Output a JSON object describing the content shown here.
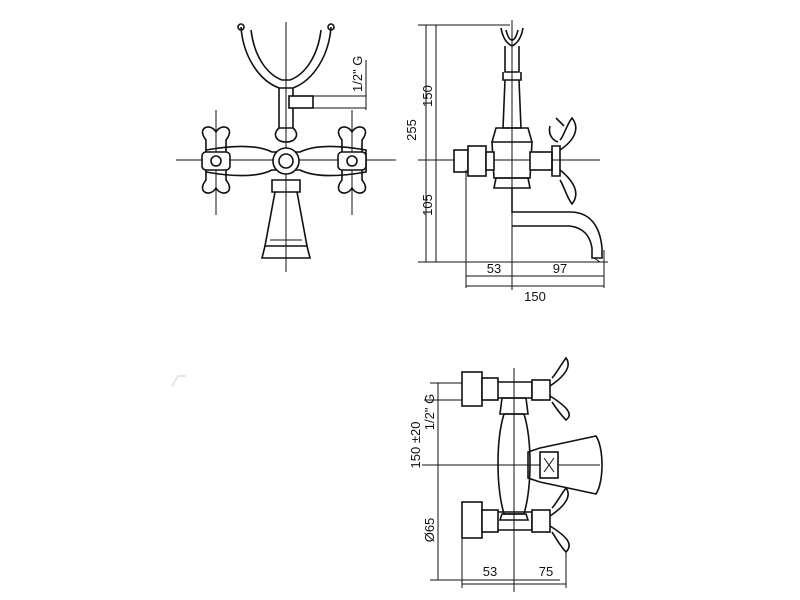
{
  "front_view": {
    "thread_label": "1/2\" G"
  },
  "side_view": {
    "height_upper": "150",
    "height_total": "255",
    "height_lower": "105",
    "width_left": "53",
    "width_right": "97",
    "width_total": "150"
  },
  "top_view": {
    "thread_label": "1/2\" G",
    "centers_label": "150 ±20",
    "diameter_label": "Ø65",
    "width_left": "53",
    "width_right": "75"
  }
}
